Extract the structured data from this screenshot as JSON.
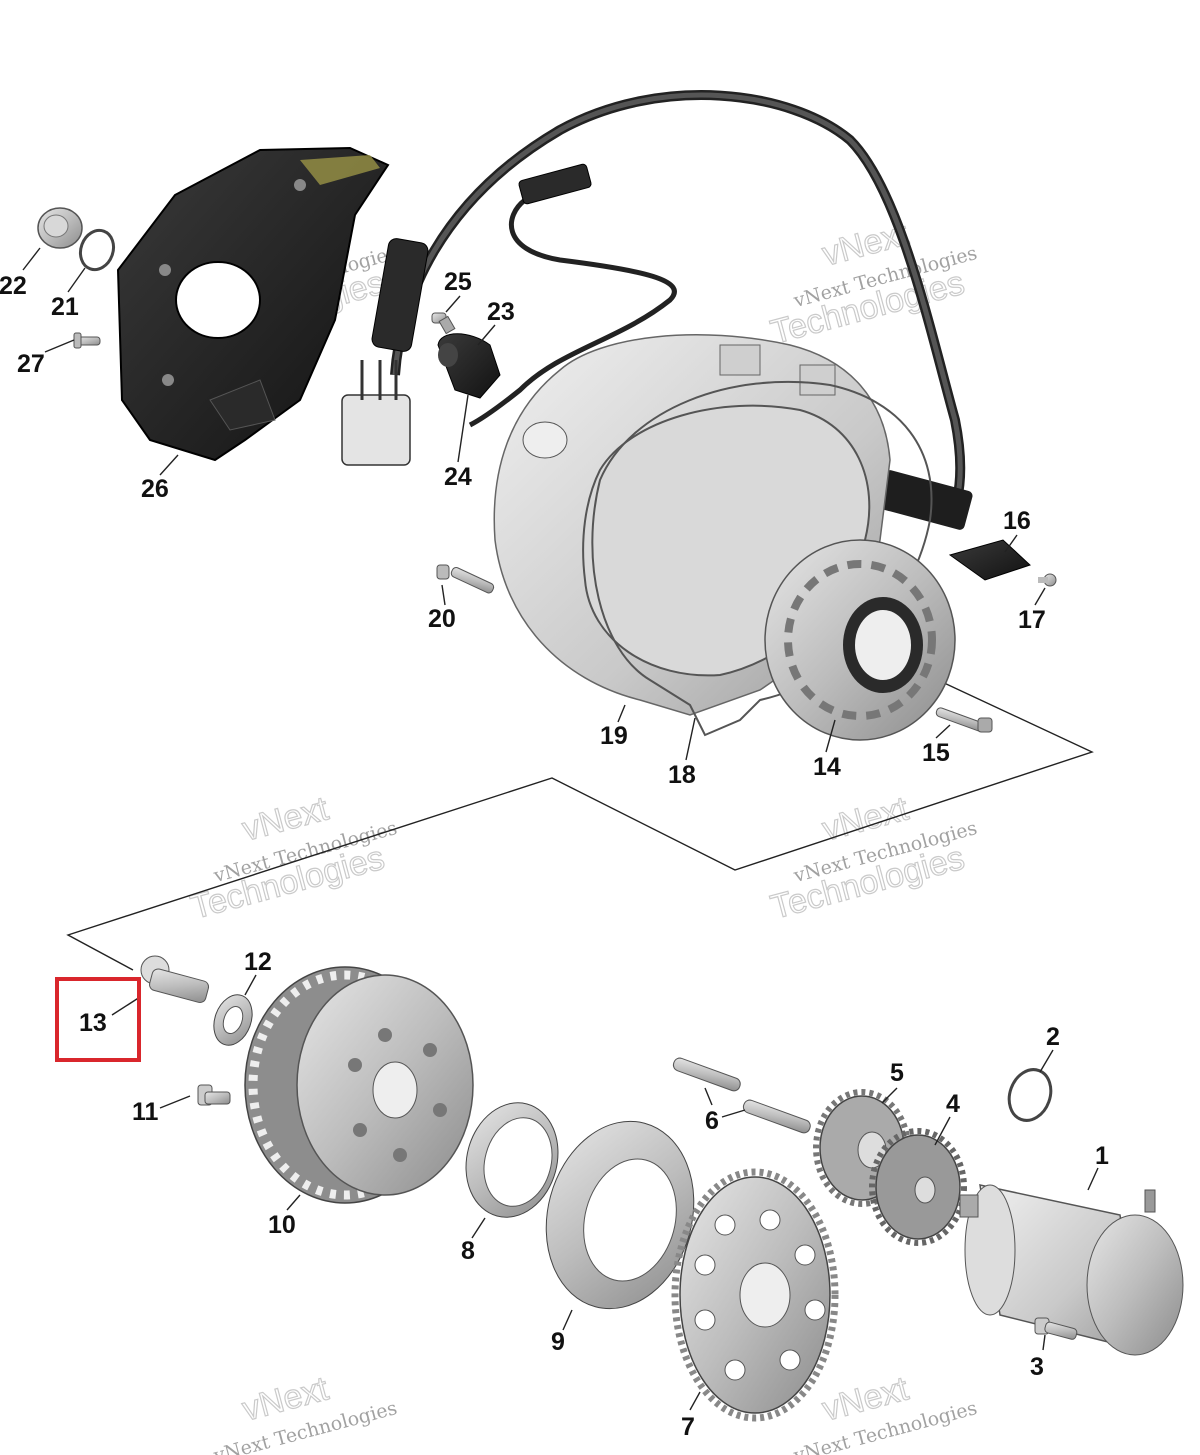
{
  "callouts": {
    "c1": "1",
    "c2": "2",
    "c3": "3",
    "c4": "4",
    "c5": "5",
    "c6": "6",
    "c7": "7",
    "c8": "8",
    "c9": "9",
    "c10": "10",
    "c11": "11",
    "c12": "12",
    "c13": "13",
    "c14": "14",
    "c15": "15",
    "c16": "16",
    "c17": "17",
    "c18": "18",
    "c19": "19",
    "c20": "20",
    "c21": "21",
    "c22": "22",
    "c23": "23",
    "c24": "24",
    "c25": "25",
    "c26": "26",
    "c27": "27"
  },
  "watermark": {
    "line1": "vNext Technologies",
    "line2": "vNext",
    "line3": "Technologies"
  },
  "highlight": {
    "target": "13",
    "color": "#d9262c"
  }
}
